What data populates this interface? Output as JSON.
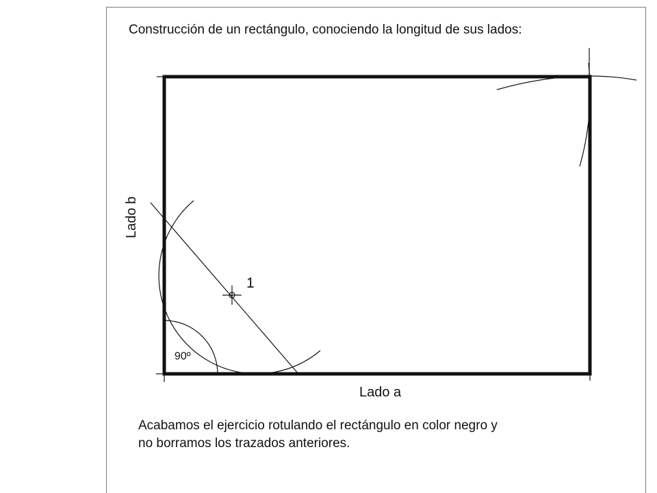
{
  "title": "Construcción de un rectángulo, conociendo la longitud de sus lados:",
  "labels": {
    "side_b": "Lado  b",
    "side_a": "Lado  a",
    "angle": "90º",
    "point": "1"
  },
  "caption": {
    "line1": "Acabamos el ejercicio rotulando el rectángulo en color negro y",
    "line2": "no borramos los trazados anteriores."
  }
}
